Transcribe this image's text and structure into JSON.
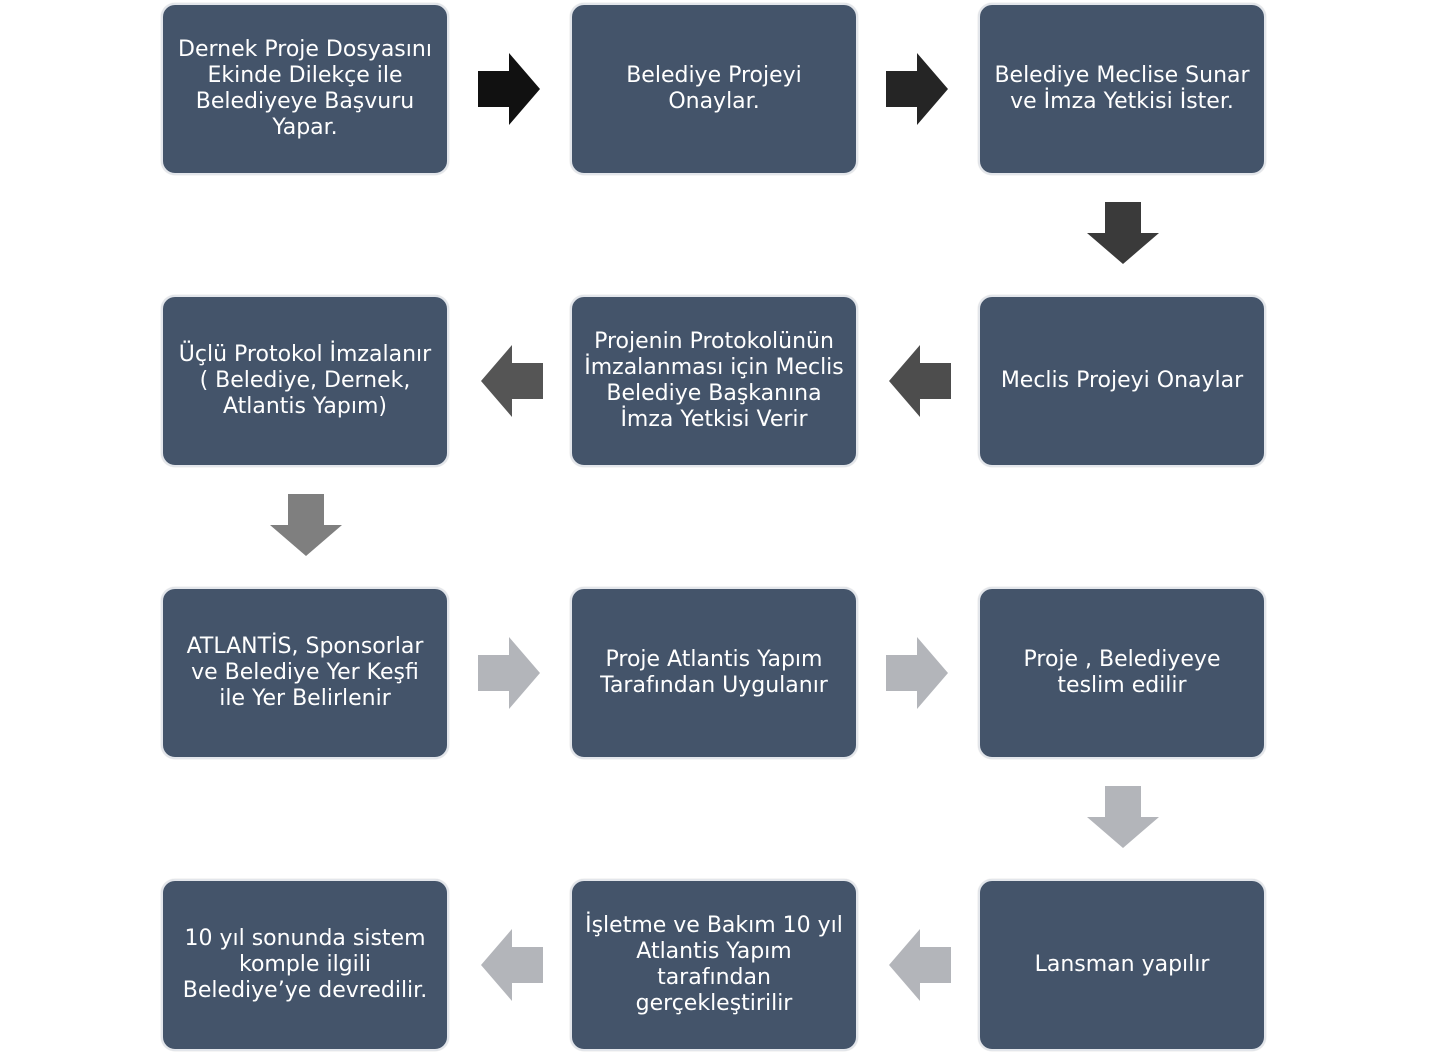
{
  "steps": [
    {
      "text": "Dernek Proje Dosyasını\nEkinde Dilekçe ile\nBelediyeye Başvuru\nYapar."
    },
    {
      "text": "Belediye Projeyi\nOnaylar."
    },
    {
      "text": "Belediye Meclise Sunar\nve İmza Yetkisi İster."
    },
    {
      "text": "Meclis Projeyi Onaylar"
    },
    {
      "text": "Projenin Protokolünün\nİmzalanması için Meclis\nBelediye Başkanına\nİmza Yetkisi Verir"
    },
    {
      "text": "Üçlü Protokol İmzalanır\n( Belediye, Dernek,\nAtlantis Yapım)"
    },
    {
      "text": "ATLANTİS, Sponsorlar\nve Belediye Yer Keşfi\nile Yer Belirlenir"
    },
    {
      "text": "Proje Atlantis Yapım\nTarafından Uygulanır"
    },
    {
      "text": "Proje , Belediyeye\nteslim edilir"
    },
    {
      "text": "Lansman yapılır"
    },
    {
      "text": "İşletme ve Bakım 10 yıl\nAtlantis Yapım\ntarafından\ngerçekleştirilir"
    },
    {
      "text": "10 yıl sonunda sistem\nkomple ilgili\nBelediye’ye devredilir."
    }
  ],
  "colors": {
    "box_fill": "#44546a",
    "box_border": "#e3e6eb",
    "box_text": "#ffffff",
    "arrow_1": "#111111",
    "arrow_2": "#252525",
    "arrow_3": "#3a3a3a",
    "arrow_4": "#4d4d4d",
    "arrow_5": "#555555",
    "arrow_6": "#7f7f7f",
    "arrow_7": "#b3b5ba",
    "arrow_8": "#b3b5ba",
    "arrow_9": "#b3b5ba",
    "arrow_10": "#b3b5ba",
    "arrow_11": "#b3b5ba"
  },
  "arrows": [
    {
      "direction": "right",
      "icon": "arrow-right-icon"
    },
    {
      "direction": "right",
      "icon": "arrow-right-icon"
    },
    {
      "direction": "down",
      "icon": "arrow-down-icon"
    },
    {
      "direction": "left",
      "icon": "arrow-left-icon"
    },
    {
      "direction": "left",
      "icon": "arrow-left-icon"
    },
    {
      "direction": "down",
      "icon": "arrow-down-icon"
    },
    {
      "direction": "right",
      "icon": "arrow-right-icon"
    },
    {
      "direction": "right",
      "icon": "arrow-right-icon"
    },
    {
      "direction": "down",
      "icon": "arrow-down-icon"
    },
    {
      "direction": "left",
      "icon": "arrow-left-icon"
    },
    {
      "direction": "left",
      "icon": "arrow-left-icon"
    }
  ]
}
